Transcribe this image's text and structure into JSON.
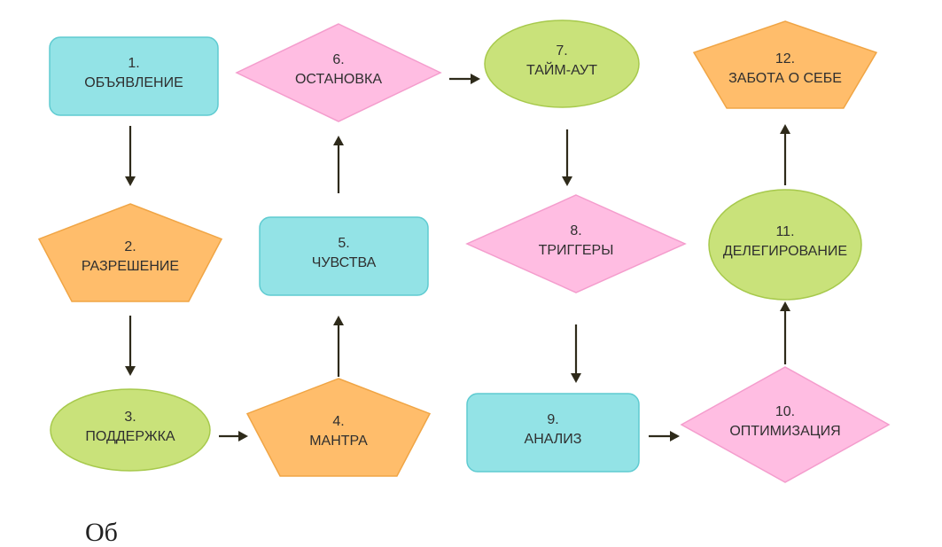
{
  "colors": {
    "cyan": "#93e3e6",
    "cyan_stroke": "#5fcbd1",
    "orange": "#ffbd6b",
    "orange_stroke": "#f0a545",
    "pink": "#ffbde2",
    "pink_stroke": "#f49dcd",
    "green": "#c9e27a",
    "green_stroke": "#a7c94c",
    "arrow": "#2e2a1a",
    "text": "#2f2f2f"
  },
  "nodes": [
    {
      "id": "n1",
      "shape": "rounded-rect",
      "color": "cyan",
      "num": "1.",
      "label": "ОБЪЯВЛЕНИЕ"
    },
    {
      "id": "n2",
      "shape": "pentagon",
      "color": "orange",
      "num": "2.",
      "label": "РАЗРЕШЕНИЕ"
    },
    {
      "id": "n3",
      "shape": "ellipse",
      "color": "green",
      "num": "3.",
      "label": "ПОДДЕРЖКА"
    },
    {
      "id": "n4",
      "shape": "pentagon",
      "color": "orange",
      "num": "4.",
      "label": "МАНТРА"
    },
    {
      "id": "n5",
      "shape": "rounded-rect",
      "color": "cyan",
      "num": "5.",
      "label": "ЧУВСТВА"
    },
    {
      "id": "n6",
      "shape": "diamond",
      "color": "pink",
      "num": "6.",
      "label": "ОСТАНОВКА"
    },
    {
      "id": "n7",
      "shape": "ellipse",
      "color": "green",
      "num": "7.",
      "label": "ТАЙМ-АУТ"
    },
    {
      "id": "n8",
      "shape": "diamond",
      "color": "pink",
      "num": "8.",
      "label": "ТРИГГЕРЫ"
    },
    {
      "id": "n9",
      "shape": "rounded-rect",
      "color": "cyan",
      "num": "9.",
      "label": "АНАЛИЗ"
    },
    {
      "id": "n10",
      "shape": "diamond",
      "color": "pink",
      "num": "10.",
      "label": "ОПТИМИЗАЦИЯ"
    },
    {
      "id": "n11",
      "shape": "ellipse",
      "color": "green",
      "num": "11.",
      "label": "ДЕЛЕГИРОВАНИЕ"
    },
    {
      "id": "n12",
      "shape": "pentagon",
      "color": "orange",
      "num": "12.",
      "label": "ЗАБОТА О СЕБЕ"
    }
  ],
  "edges": [
    {
      "from": "n1",
      "to": "n2"
    },
    {
      "from": "n2",
      "to": "n3"
    },
    {
      "from": "n3",
      "to": "n4"
    },
    {
      "from": "n4",
      "to": "n5"
    },
    {
      "from": "n5",
      "to": "n6"
    },
    {
      "from": "n6",
      "to": "n7"
    },
    {
      "from": "n7",
      "to": "n8"
    },
    {
      "from": "n8",
      "to": "n9"
    },
    {
      "from": "n9",
      "to": "n10"
    },
    {
      "from": "n10",
      "to": "n11"
    },
    {
      "from": "n11",
      "to": "n12"
    }
  ],
  "caption": "Об"
}
